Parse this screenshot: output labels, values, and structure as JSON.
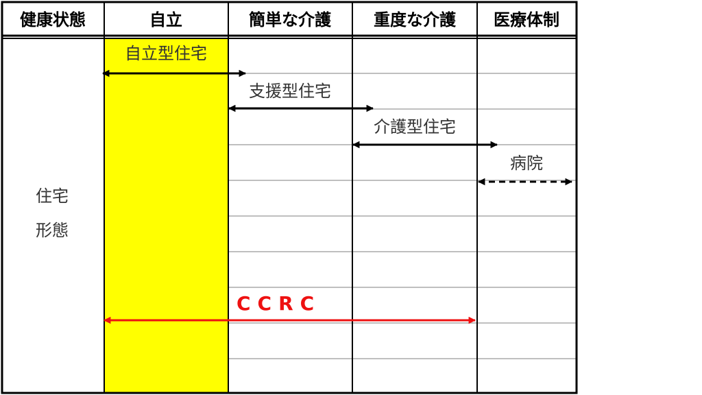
{
  "colors": {
    "self_reliant_fill": "#ffff00",
    "ccrc_red": "#ee1111",
    "grid_gray": "#bfbfbf",
    "border": "#000000"
  },
  "header": {
    "health_status": "健康状態",
    "independent": "自立",
    "light_care": "簡単な介護",
    "heavy_care": "重度な介護",
    "medical_system": "医療体制"
  },
  "row_label": {
    "line1": "住宅",
    "line2": "形態"
  },
  "housing": {
    "independent": "自立型住宅",
    "support": "支援型住宅",
    "care": "介護型住宅",
    "hospital": "病院"
  },
  "ccrc": {
    "label": "CCRC"
  }
}
